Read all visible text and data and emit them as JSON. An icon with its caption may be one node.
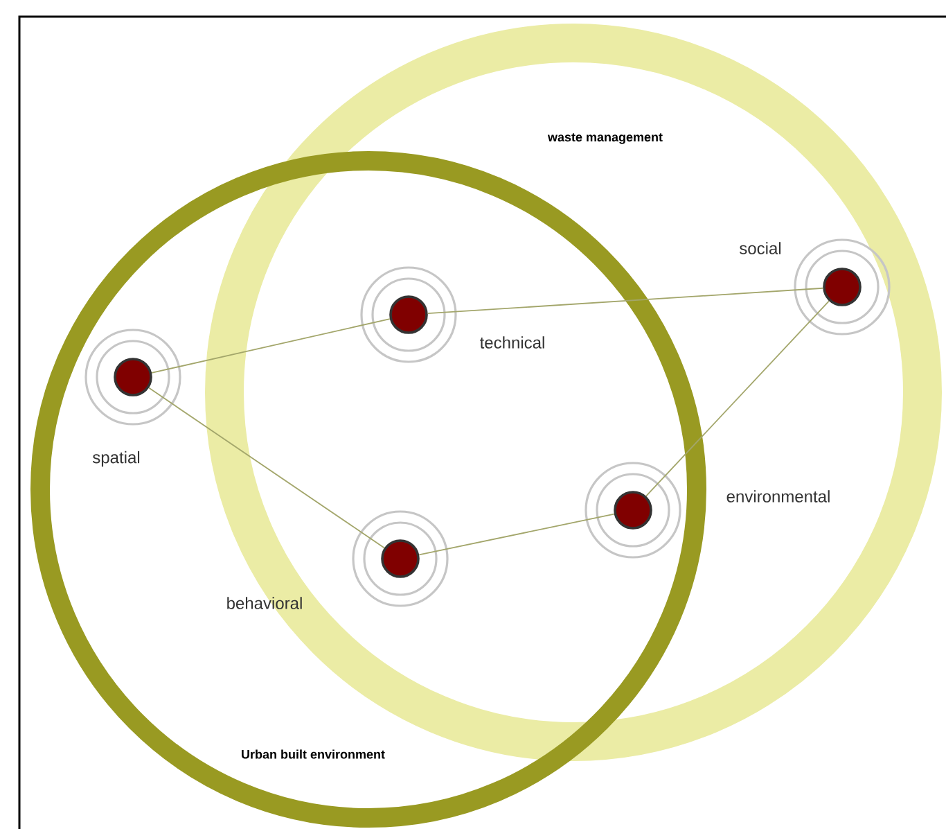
{
  "diagram": {
    "nodes": [
      {
        "text": [
          "waste management"
        ]
      },
      {
        "text": [
          "Urban built environment"
        ]
      },
      {
        "text": [],
        "shape": "circle",
        "beside": [
          "spatial"
        ],
        "in": 1
      },
      {
        "text": [],
        "shape": "circle",
        "beside": [
          "technical"
        ]
      },
      {
        "text": [],
        "shape": "circle",
        "beside": [
          "social"
        ],
        "in": 0
      },
      {
        "text": [],
        "shape": "circle",
        "beside": [
          "behavioral"
        ]
      },
      {
        "text": [],
        "shape": "circle",
        "beside": [
          "environmental"
        ]
      }
    ],
    "edges": [
      {
        "from": 2,
        "to": 3,
        "arrow": "none"
      },
      {
        "from": 3,
        "to": 4,
        "arrow": "none"
      },
      {
        "from": 2,
        "to": 5,
        "arrow": "none"
      },
      {
        "from": 5,
        "to": 6,
        "arrow": "none"
      },
      {
        "from": 6,
        "to": 4,
        "arrow": "none"
      }
    ]
  }
}
